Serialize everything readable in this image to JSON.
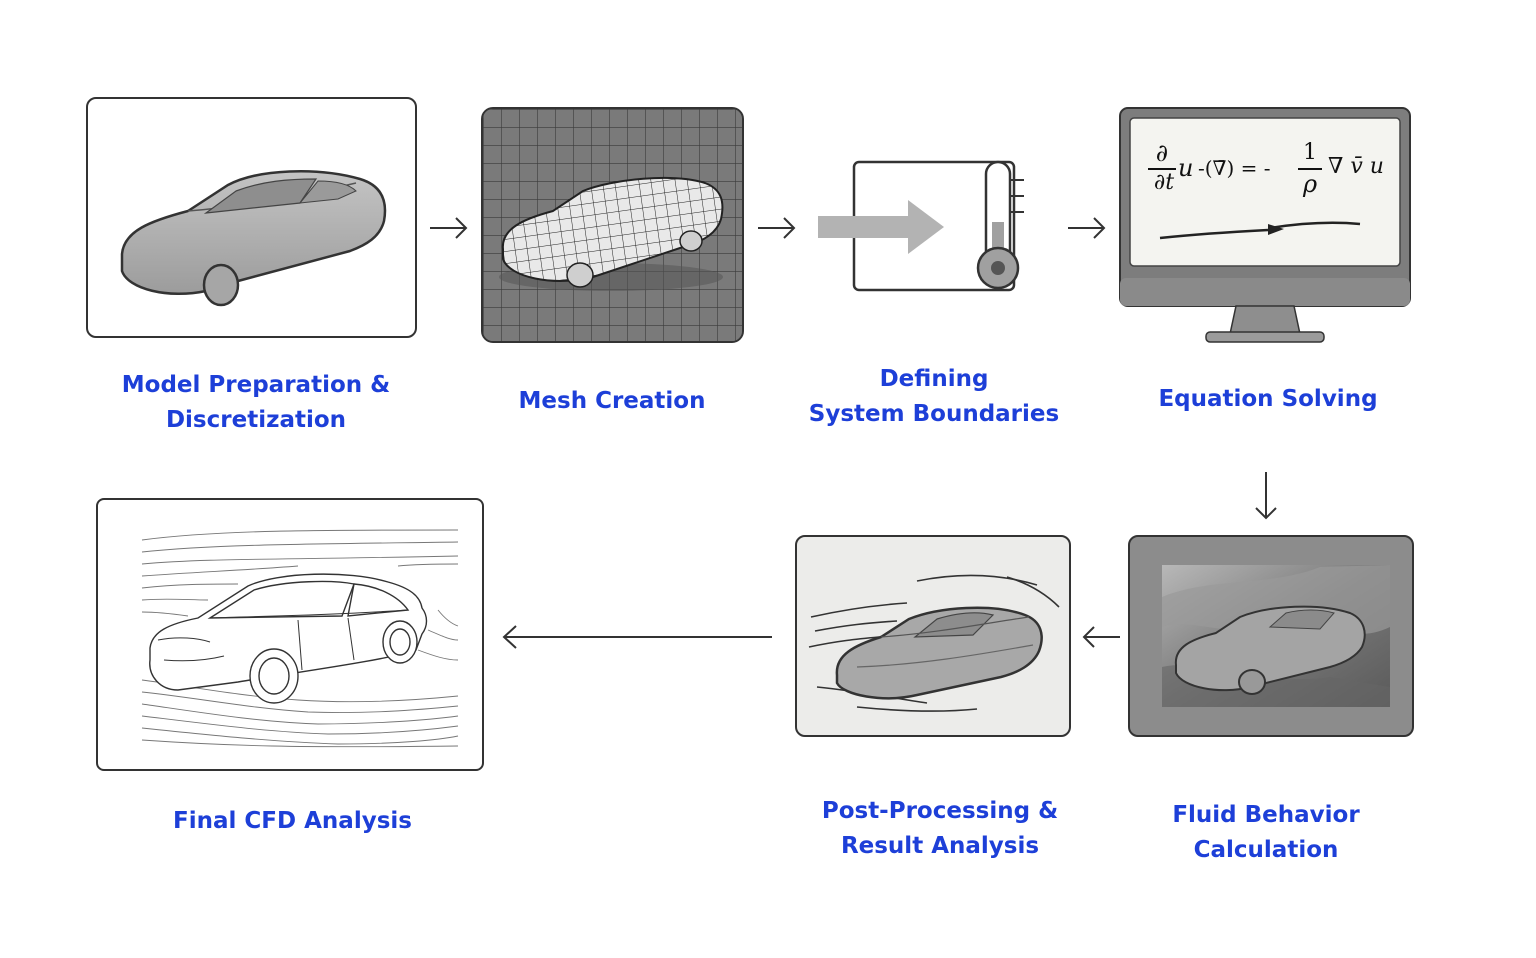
{
  "steps": [
    {
      "id": "model-preparation",
      "label_lines": [
        "Model Preparation &",
        "Discretization"
      ],
      "icon": "car-outline-icon"
    },
    {
      "id": "mesh-creation",
      "label_lines": [
        "Mesh Creation"
      ],
      "icon": "mesh-car-icon"
    },
    {
      "id": "defining-boundaries",
      "label_lines": [
        "Defining",
        "System Boundaries"
      ],
      "icon": "flow-thermometer-icon"
    },
    {
      "id": "equation-solving",
      "label_lines": [
        "Equation Solving"
      ],
      "icon": "monitor-equation-icon"
    },
    {
      "id": "fluid-behavior",
      "label_lines": [
        "Fluid Behavior",
        "Calculation"
      ],
      "icon": "flow-field-car-icon"
    },
    {
      "id": "post-processing",
      "label_lines": [
        "Post-Processing &",
        "Result Analysis"
      ],
      "icon": "streamline-car-icon"
    },
    {
      "id": "final-analysis",
      "label_lines": [
        "Final CFD Analysis"
      ],
      "icon": "line-drawing-car-icon"
    }
  ],
  "equation": {
    "partial": "∂",
    "var_u": "u",
    "dt": "∂t",
    "middle": "-(∇̄) = -",
    "one": "1",
    "rho": "ρ",
    "tail": "∇ v̄ u"
  },
  "colors": {
    "label": "#1d3fd8",
    "panel_border": "#333333",
    "car_fill": "#a9a9a9",
    "arrow": "#333333"
  }
}
